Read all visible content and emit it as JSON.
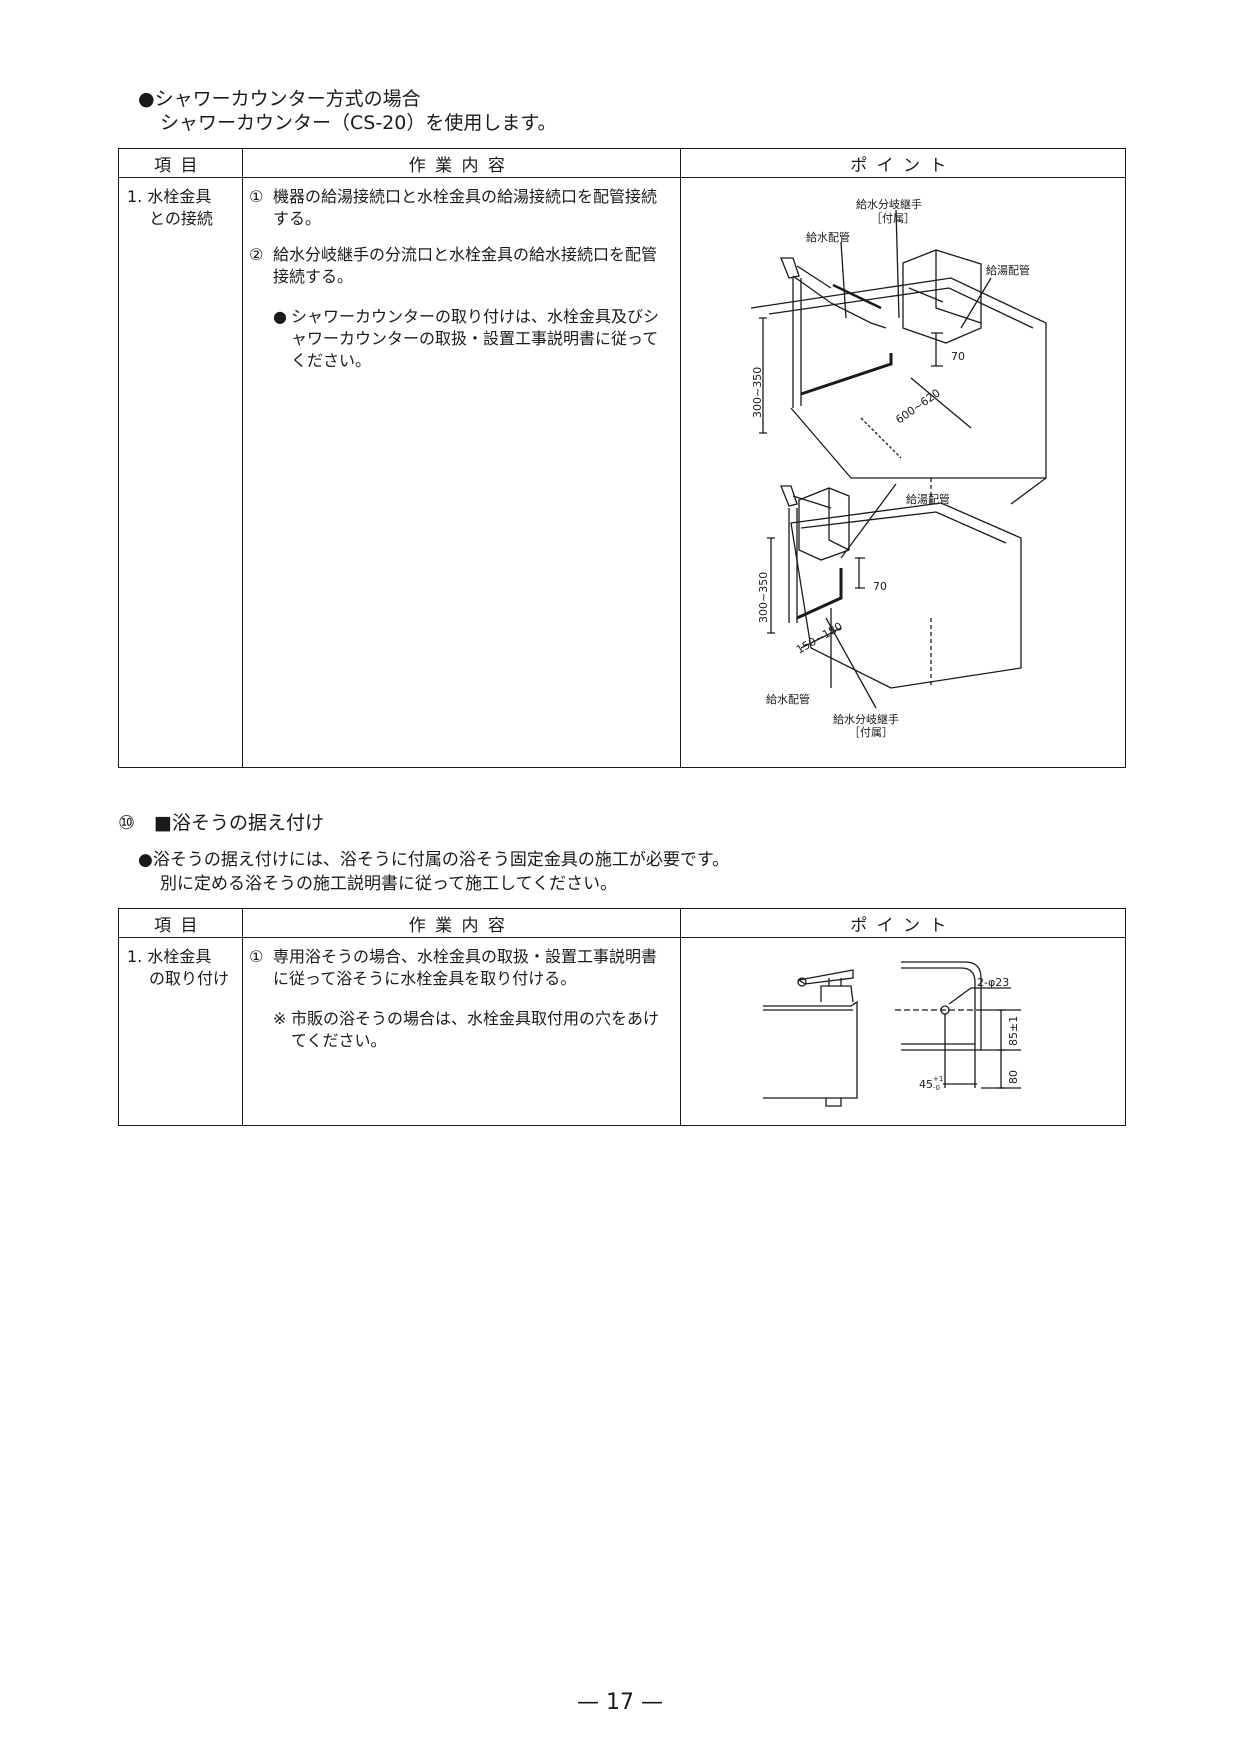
{
  "section1": {
    "heading_line1": "●シャワーカウンター方式の場合",
    "heading_line2": "シャワーカウンター（CS-20）を使用します。"
  },
  "table_headers": {
    "item": "項目",
    "work": "作業内容",
    "point": "ポイント"
  },
  "table1": {
    "item_line1": "1. 水栓金具",
    "item_line2": "との接続",
    "step1_num": "①",
    "step1_text": "機器の給湯接続口と水栓金具の給湯接続口を配管接続する。",
    "step2_num": "②",
    "step2_text": "給水分岐継手の分流口と水栓金具の給水接続口を配管接続する。",
    "note_mark": "●",
    "note_text": "シャワーカウンターの取り付けは、水栓金具及びシャワーカウンターの取扱・設置工事説明書に従ってください。",
    "fig1": {
      "label_branch": "給水分岐継手",
      "label_branch_sub": "［付属］",
      "label_supply": "給水配管",
      "label_hot": "給湯配管",
      "dim_height": "300~350",
      "dim_70": "70",
      "dim_width": "600~620"
    },
    "fig2": {
      "label_hot": "給湯配管",
      "dim_70": "70",
      "dim_height": "300~350",
      "dim_width": "150~180",
      "label_supply": "給水配管",
      "label_branch": "給水分岐継手",
      "label_branch_sub": "［付属］"
    }
  },
  "section2": {
    "heading": "⑩　■浴そうの据え付け",
    "line1": "●浴そうの据え付けには、浴そうに付属の浴そう固定金具の施工が必要です。",
    "line2": "別に定める浴そうの施工説明書に従って施工してください。"
  },
  "table2": {
    "item_line1": "1. 水栓金具",
    "item_line2": "の取り付け",
    "step1_num": "①",
    "step1_text": "専用浴そうの場合、水栓金具の取扱・設置工事説明書に従って浴そうに水栓金具を取り付ける。",
    "note_mark": "※",
    "note_text": "市販の浴そうの場合は、水栓金具取付用の穴をあけてください。",
    "fig": {
      "hole": "2-φ23",
      "dim_85": "85±1",
      "dim_80": "80",
      "dim_45": "45",
      "tol_plus": "+1",
      "tol_minus": "-0"
    }
  },
  "page_number": "— 17 —"
}
